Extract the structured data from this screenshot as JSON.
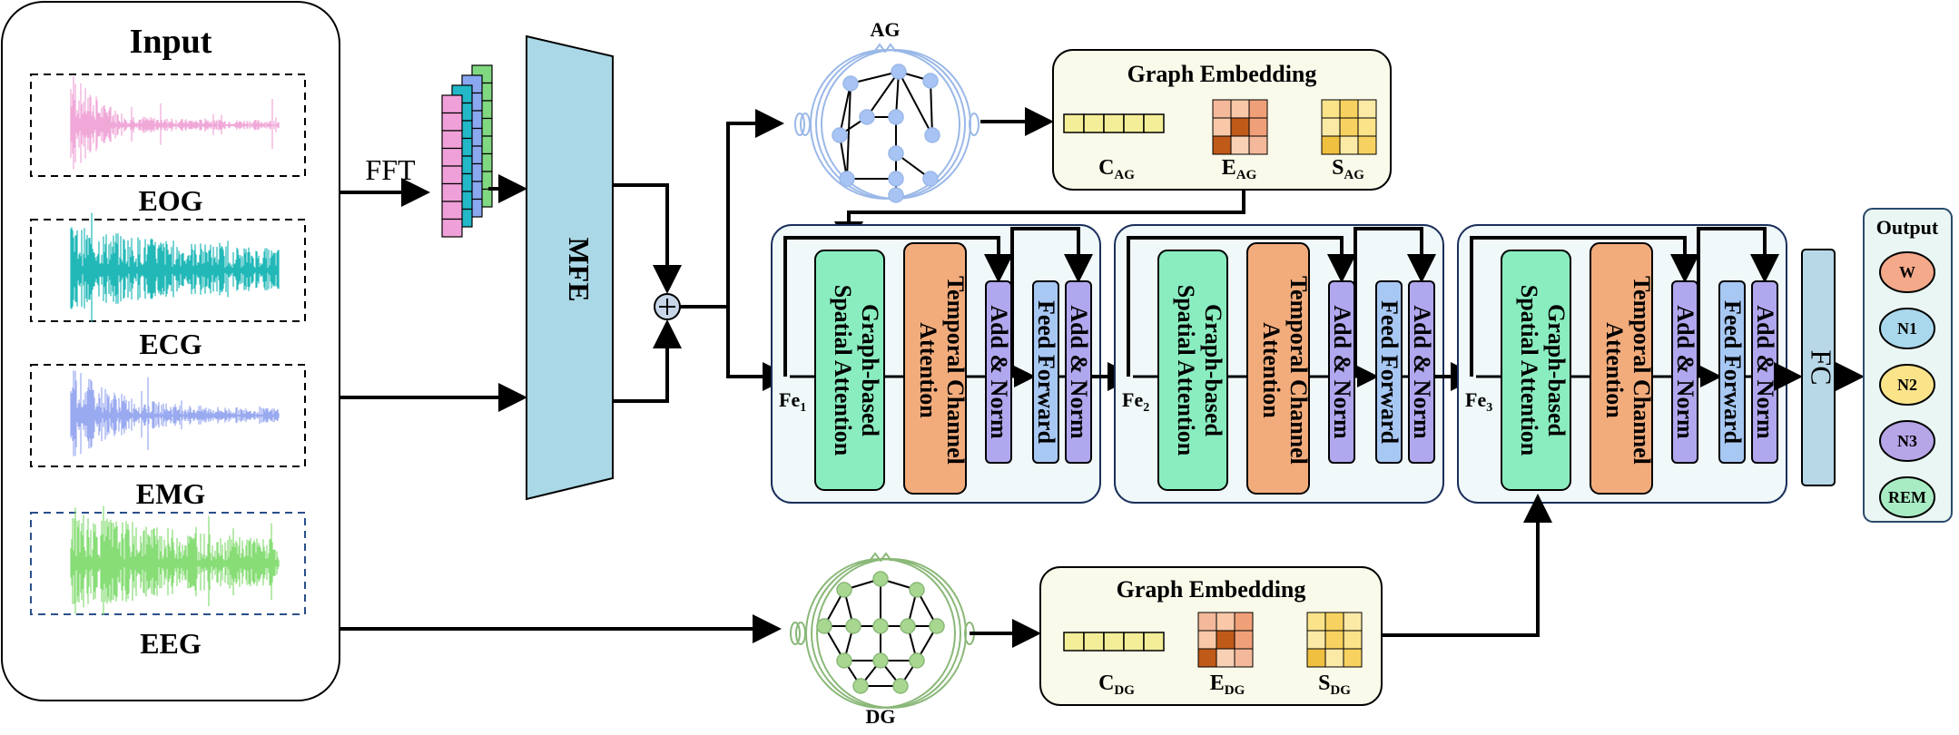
{
  "input": {
    "title": "Input",
    "signals": [
      {
        "label": "EOG",
        "color": "#f0a8d8"
      },
      {
        "label": "ECG",
        "color": "#22b8b8"
      },
      {
        "label": "EMG",
        "color": "#9aaaf0"
      },
      {
        "label": "EEG",
        "color": "#88dd77"
      }
    ],
    "fft_label": "FFT"
  },
  "mfe_label": "MFE",
  "ag": {
    "label": "AG",
    "embedding": {
      "title": "Graph Embedding",
      "c_main": "C",
      "c_sub": "AG",
      "e_main": "E",
      "e_sub": "AG",
      "s_main": "S",
      "s_sub": "AG"
    }
  },
  "dg": {
    "label": "DG",
    "embedding": {
      "title": "Graph Embedding",
      "c_main": "C",
      "c_sub": "DG",
      "e_main": "E",
      "e_sub": "DG",
      "s_main": "S",
      "s_sub": "DG"
    }
  },
  "encoder_blocks": [
    {
      "fe_main": "Fe",
      "fe_sub": "1"
    },
    {
      "fe_main": "Fe",
      "fe_sub": "2"
    },
    {
      "fe_main": "Fe",
      "fe_sub": "3"
    }
  ],
  "block_labels": {
    "gsa_line1": "Graph-based",
    "gsa_line2": "Spatial Attention",
    "tca_line1": "Temporal Channel",
    "tca_line2": "Attention",
    "add_norm": "Add & Norm",
    "feed_forward": "Feed Forward"
  },
  "fc_label": "FC",
  "output": {
    "title": "Output",
    "classes": [
      {
        "label": "W",
        "color": "#f4a98a"
      },
      {
        "label": "N1",
        "color": "#a9d8ec"
      },
      {
        "label": "N2",
        "color": "#fbe38a"
      },
      {
        "label": "N3",
        "color": "#b6a6e8"
      },
      {
        "label": "REM",
        "color": "#a8ecc4"
      }
    ]
  },
  "colors": {
    "gsa": "#8aedc0",
    "tca": "#f2ac7c",
    "add_norm": "#b0a8ee",
    "feed_forward": "#a8c8f4",
    "mfe": "#aad8e6",
    "encoder_bg": "#f0f8fa",
    "embed_bg": "#fafaea",
    "fc": "#b8d8e8",
    "ag_graph": "#9ab8e8",
    "dg_graph": "#8ab878"
  }
}
